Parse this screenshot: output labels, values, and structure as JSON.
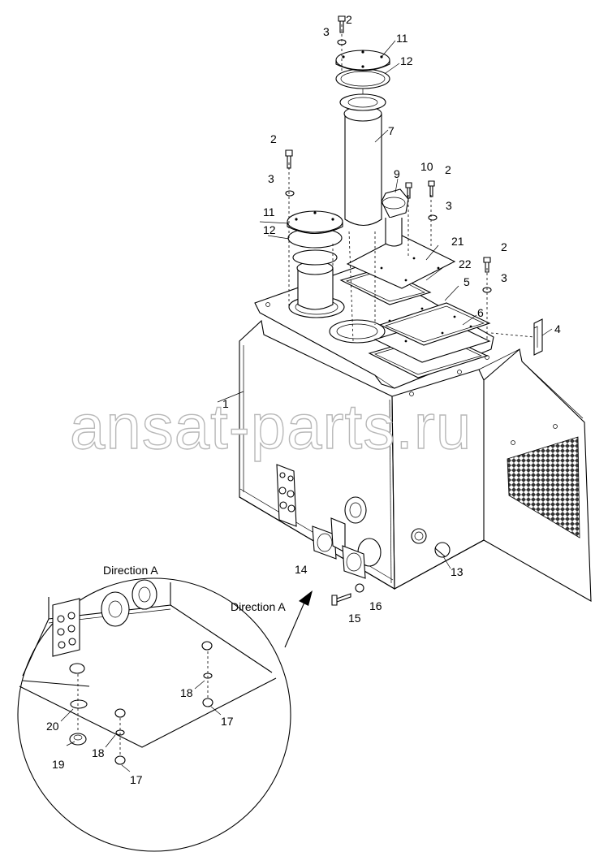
{
  "watermark": "ansat-parts.ru",
  "direction_arrow_label": "Direction A",
  "detail_view_title": "Direction A",
  "part_labels": {
    "p1": "1",
    "p2a": "2",
    "p2b": "2",
    "p2c": "2",
    "p2d": "2",
    "p3a": "3",
    "p3b": "3",
    "p3c": "3",
    "p3d": "3",
    "p4": "4",
    "p5": "5",
    "p6": "6",
    "p7": "7",
    "p9": "9",
    "p10": "10",
    "p11a": "11",
    "p11b": "11",
    "p12a": "12",
    "p12b": "12",
    "p13": "13",
    "p14": "14",
    "p15": "15",
    "p16": "16",
    "p17a": "17",
    "p17b": "17",
    "p18a": "18",
    "p18b": "18",
    "p19": "19",
    "p20": "20",
    "p21": "21",
    "p22": "22"
  }
}
